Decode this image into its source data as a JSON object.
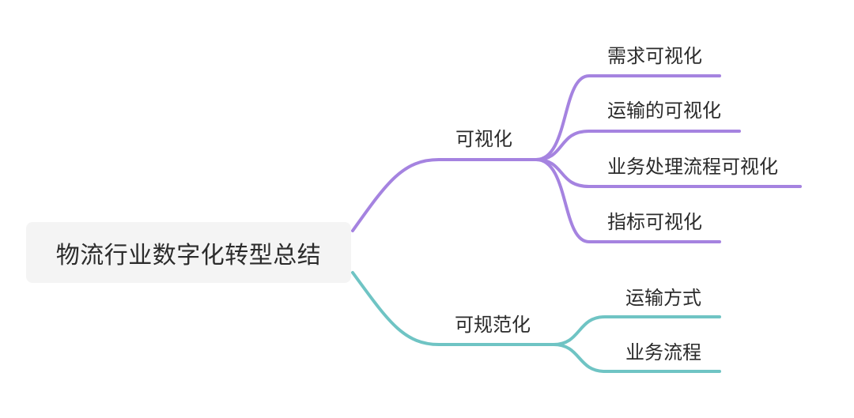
{
  "root": {
    "label": "物流行业数字化转型总结"
  },
  "branches": [
    {
      "label": "可视化",
      "color": "#a583e0",
      "children": [
        {
          "label": "需求可视化"
        },
        {
          "label": "运输的可视化"
        },
        {
          "label": "业务处理流程可视化"
        },
        {
          "label": "指标可视化"
        }
      ]
    },
    {
      "label": "可规范化",
      "color": "#6fc4c4",
      "children": [
        {
          "label": "运输方式"
        },
        {
          "label": "业务流程"
        }
      ]
    }
  ]
}
